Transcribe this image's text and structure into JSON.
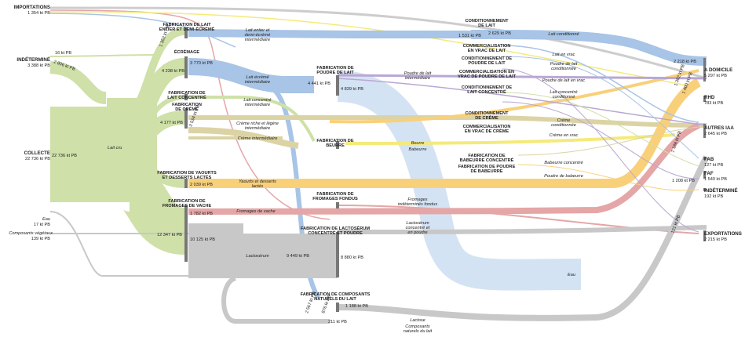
{
  "colors": {
    "blue": "#a8c4e6",
    "lightblue": "#cfe0f2",
    "green": "#cfe0a8",
    "grey": "#c8c8c8",
    "orange": "#f9d07a",
    "red": "#e4a6a6",
    "purple": "#b9a7d3",
    "yellow": "#f4ea7a",
    "tan": "#dcd3a5"
  },
  "sources": {
    "importations": {
      "label": "IMPORTATIONS",
      "value": "1 354 kt PB"
    },
    "indetermine": {
      "label": "INDÉTERMINÉ",
      "value": "3 388 kt PB"
    },
    "collecte": {
      "label": "COLLECTE",
      "value": "22 736 kt PB"
    },
    "eau": {
      "label": "Eau",
      "value": "17 kt PB"
    },
    "composants_vegetaux": {
      "label": "Composants végétaux",
      "value": "139 kt PB"
    }
  },
  "processes": {
    "lait_entier": "FABRICATION DE LAIT ENTIER ET DEMI-ÉCRÉMÉ",
    "ecremage": "ÉCRÉMAGE",
    "lait_concentre": "FABRICATION DE LAIT CONCENTRÉ",
    "creme": "FABRICATION DE CRÈME",
    "yaourts": "FABRICATION DE YAOURTS ET DESSERTS LACTÉS",
    "fromages_vache": "FABRICATION DE FROMAGES DE VACHE",
    "poudre_lait": "FABRICATION DE POUDRE DE LAIT",
    "beurre": "FABRICATION DE BEURRE",
    "fromages_fondus": "FABRICATION DE FROMAGES FONDUS",
    "lactoserum": "FABRICATION DE LACTOSÉRUM CONCENTRÉ ET POUDRE",
    "composants": "FABRICATION DE COMPOSANTS NATURELS DU LAIT",
    "cond_lait": "CONDITIONNEMENT DE LAIT",
    "comm_vrac_lait": "COMMERCIALISATION EN VRAC DE LAIT",
    "cond_poudre": "CONDITIONNEMENT DE POUDRE DE LAIT",
    "comm_vrac_poudre": "COMMERCIALISATION EN VRAC DE POUDRE DE LAIT",
    "cond_lait_concentre": "CONDITIONNEMENT DE LAIT CONCENTRÉ",
    "cond_creme": "CONDITIONNEMENT DE CRÈME",
    "comm_vrac_creme": "COMMERCIALISATION EN VRAC DE CRÈME",
    "babeurre_concentre": "FABRICATION DE BABEURRE CONCENTRÉ",
    "poudre_babeurre": "FABRICATION DE POUDRE DE BABEURRE"
  },
  "destinations": {
    "a_domicile": {
      "label": "A DOMICILE",
      "value": "5 297 kt PB"
    },
    "rhd": {
      "label": "RHD",
      "value": "783 kt PB"
    },
    "autres_iaa": {
      "label": "AUTRES IAA",
      "value": "2 645 kt PB"
    },
    "fab": {
      "label": "FAB",
      "value": "127 kt PB"
    },
    "faf": {
      "label": "FAF",
      "value": "1 540 kt PB"
    },
    "indetermine": {
      "label": "INDÉTERMINÉ",
      "value": "192 kt PB"
    },
    "exportations": {
      "label": "EXPORTATIONS",
      "value": "2 215 kt PB"
    }
  },
  "flow_labels": {
    "lait_cru": "Lait cru",
    "lait_entier_interm": "Lait entier et demi-écrémé intermédiaire",
    "lait_ecreme_interm": "Lait écrémé intermédiaire",
    "lait_concentre_interm": "Lait concentré intermédiaire",
    "creme_riche": "Crème riche et légère intermédiaire",
    "creme_interm": "Crème intermédiaire",
    "yaourts_desserts": "Yaourts et desserts lactés",
    "fromages_vache": "Fromages de vache",
    "lactoserum": "Lactosérum",
    "lait_conditionne": "Lait conditionné",
    "lait_vrac": "Lait en vrac",
    "poudre_conditionnee": "Poudre de lait conditionnée",
    "poudre_interm": "Poudre de lait intermédiaire",
    "poudre_vrac": "Poudre de lait en vrac",
    "lait_concentre_cond": "Lait concentré conditionné",
    "creme_cond": "Crème conditionnée",
    "creme_vrac": "Crème en vrac",
    "beurre": "Beurre",
    "babeurre": "Babeurre",
    "babeurre_concentre": "Babeurre concentré",
    "poudre_babeurre": "Poudre de babeurre",
    "fromages_fondus": "Fromages indéterminés fondus",
    "lactoserum_poudre": "Lactosérum concentré et en poudre",
    "eau": "Eau",
    "lactose": "Lactose",
    "composants_naturels": "Composants naturels du lait"
  },
  "flow_values": {
    "v16": "16 kt PB",
    "v2806": "2 806 kt PB",
    "v1352": "1 352 kt PB",
    "v4238": "4 238 kt PB",
    "v3770": "3 770 kt PB",
    "v4177": "4 177 kt PB",
    "v3534": "3 534 kt PB",
    "v22736": "22 736 kt PB",
    "v1531": "1 531 kt PB",
    "v2629": "2 629 kt PB",
    "v4441": "4 441 kt PB",
    "v4839": "4 839 kt PB",
    "v2039": "2 039 kt PB",
    "v12347": "12 347 kt PB",
    "v1782": "1 782 kt PB",
    "v10125": "10 125 kt PB",
    "v9449": "9 449 kt PB",
    "v8880": "8 880 kt PB",
    "v1188": "1 188 kt PB",
    "v2567": "2 567 kt PB",
    "v876": "876 kt PB",
    "v211": "211 kt PB",
    "v2218": "2 218 kt PB",
    "v1392": "1 392 kt PB",
    "v1400": "1 400 kt PB",
    "v1188d": "1 188 kt PB",
    "v1208": "1 208 kt PB",
    "v121": "121 kt PB"
  }
}
